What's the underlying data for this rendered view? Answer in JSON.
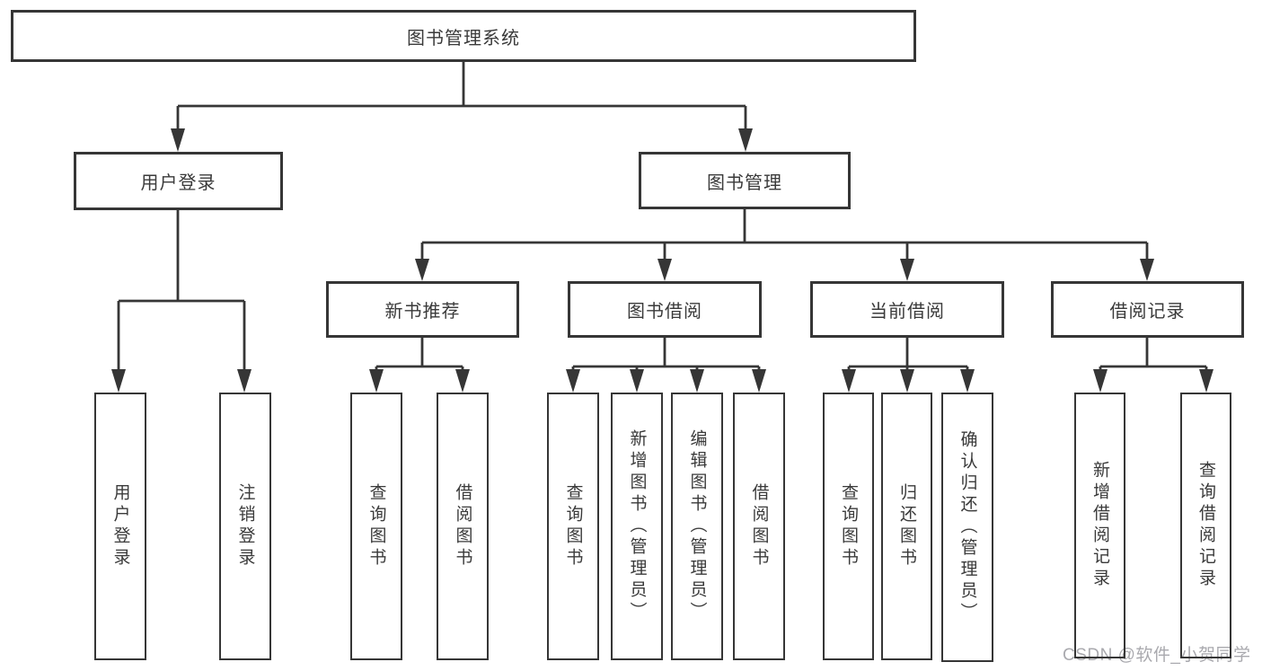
{
  "tree": {
    "root": {
      "label": "图书管理系统"
    },
    "children": [
      {
        "label": "用户登录",
        "children": [
          {
            "label": "用户登录"
          },
          {
            "label": "注销登录"
          }
        ]
      },
      {
        "label": "图书管理",
        "children": [
          {
            "label": "新书推荐",
            "children": [
              {
                "label": "查询图书"
              },
              {
                "label": "借阅图书"
              }
            ]
          },
          {
            "label": "图书借阅",
            "children": [
              {
                "label": "查询图书"
              },
              {
                "label": "新增图书（管理员）"
              },
              {
                "label": "编辑图书（管理员）"
              },
              {
                "label": "借阅图书"
              }
            ]
          },
          {
            "label": "当前借阅",
            "children": [
              {
                "label": "查询图书"
              },
              {
                "label": "归还图书"
              },
              {
                "label": "确认归还（管理员）"
              }
            ]
          },
          {
            "label": "借阅记录",
            "children": [
              {
                "label": "新增借阅记录"
              },
              {
                "label": "查询借阅记录"
              }
            ]
          }
        ]
      }
    ]
  },
  "watermark": {
    "text": "CSDN @软件_小贺同学"
  },
  "colors": {
    "line": "#363636",
    "box_border": "#363636",
    "text": "#3a3a3a",
    "watermark": "#a9a9ae",
    "background": "#ffffff"
  }
}
